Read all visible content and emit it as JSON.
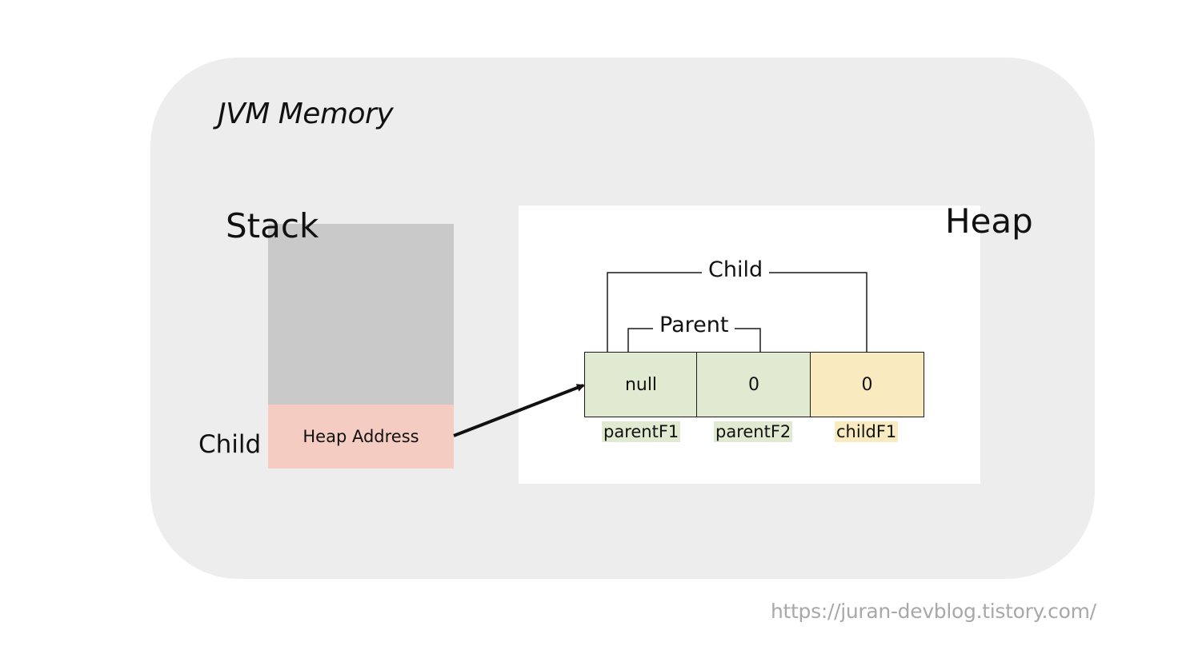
{
  "jvm": {
    "title": "JVM Memory",
    "panel_color": "#ededed"
  },
  "stack": {
    "title": "Stack",
    "block_color": "#c9c9c9",
    "frame": {
      "variable_label": "Child",
      "value_label": "Heap Address",
      "color": "#f5ccc2"
    }
  },
  "heap": {
    "title": "Heap",
    "object": {
      "brackets": {
        "outer_label": "Child",
        "inner_label": "Parent"
      },
      "fields": [
        {
          "name": "parentF1",
          "value": "null",
          "color": "#e0ead0"
        },
        {
          "name": "parentF2",
          "value": "0",
          "color": "#e0ead0"
        },
        {
          "name": "childF1",
          "value": "0",
          "color": "#f9ebbf"
        }
      ]
    }
  },
  "watermark": "https://juran-devblog.tistory.com/"
}
